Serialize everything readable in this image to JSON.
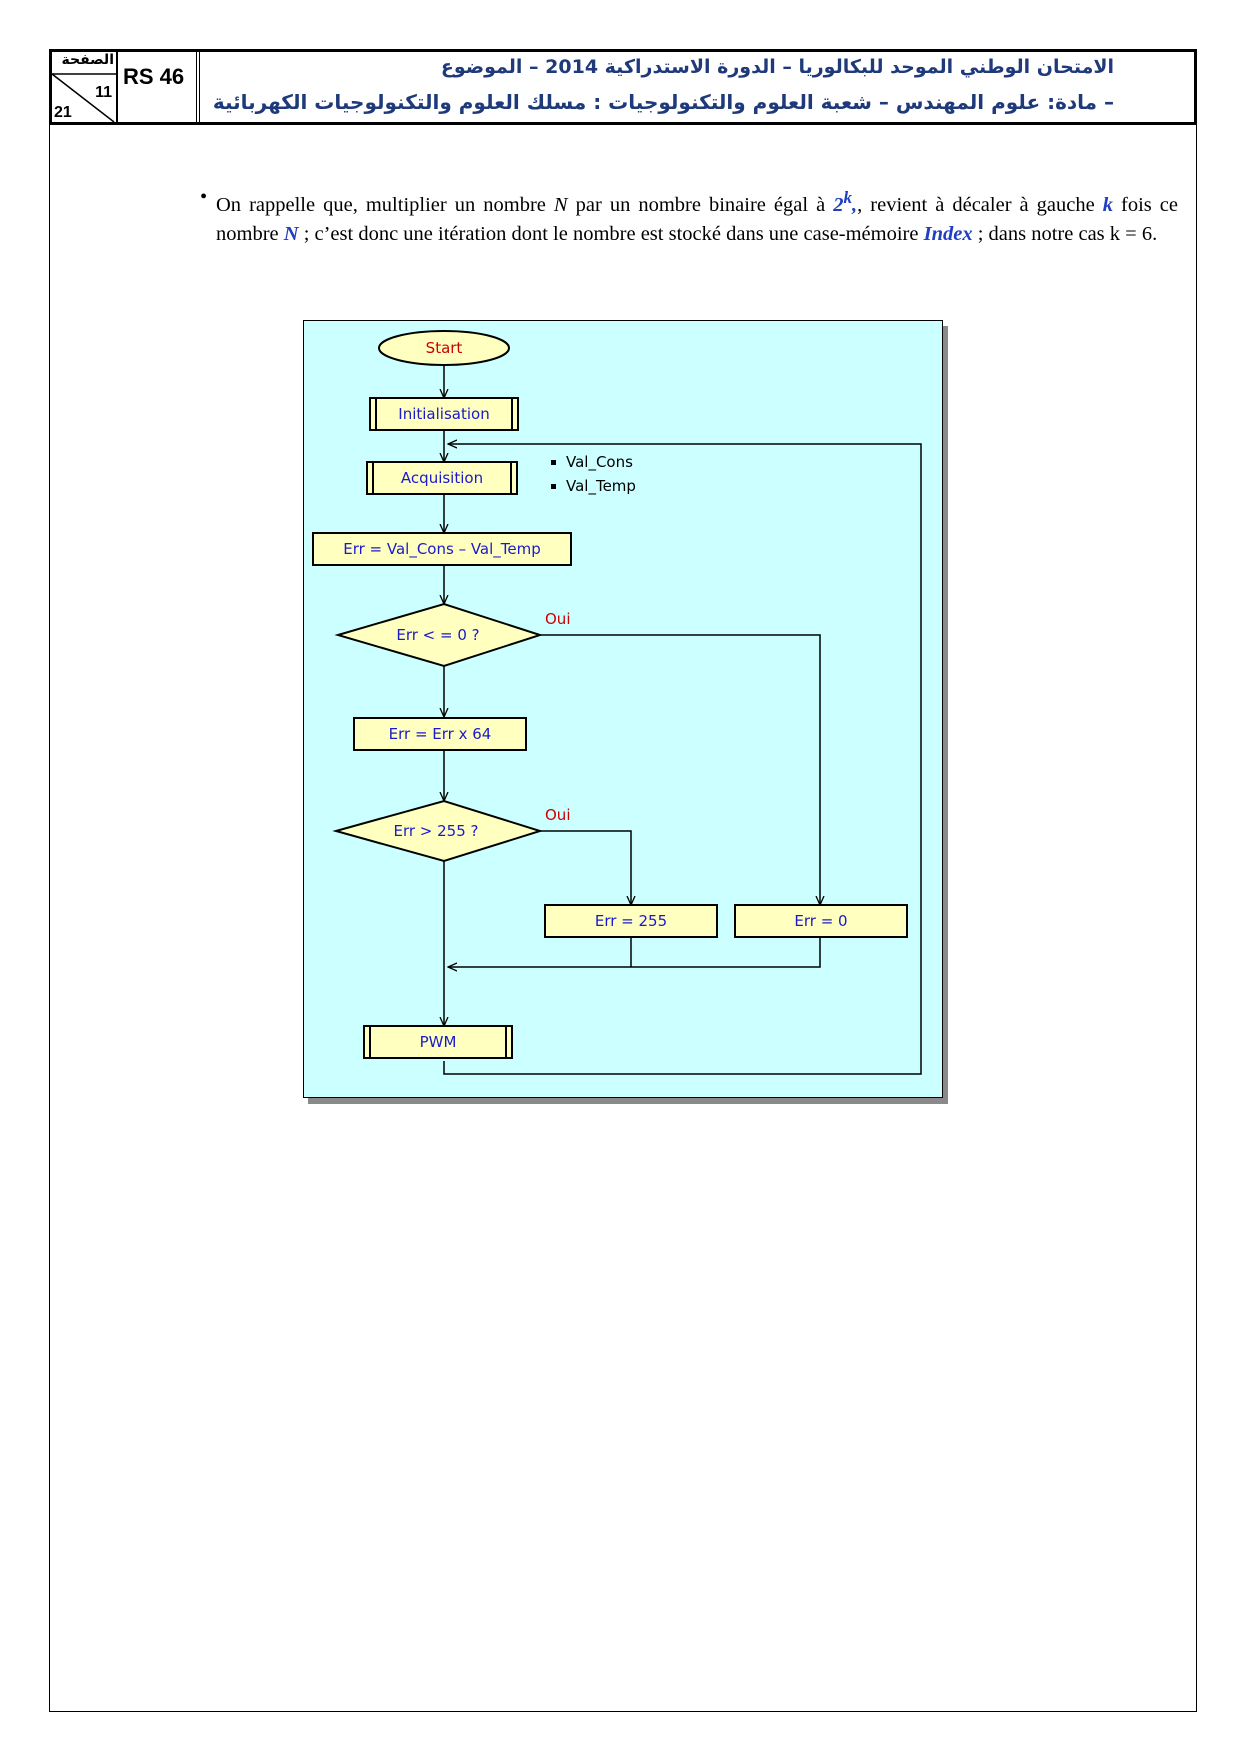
{
  "header": {
    "page_word": "الصفحة",
    "page_number": "11",
    "page_total": "21",
    "code": "RS 46",
    "title_line1": "الامتحان الوطني الموحد للبكالوريا – الدورة الاستدراكية 2014 – الموضوع",
    "title_line2": "– مادة: علوم المهندس – شعبة العلوم والتكنولوجيات : مسلك العلوم والتكنولوجيات الكهربائية"
  },
  "paragraph": {
    "t1": "On rappelle que, multiplier un nombre ",
    "N1": "N",
    "t2": " par un nombre binaire égal à ",
    "pow_base": "2",
    "pow_exp": "k",
    "t3": ", revient à décaler à gauche ",
    "k": "k",
    "t4": " fois ce nombre ",
    "N2": "N",
    "t5": " ; c’est donc une itération dont le nombre est stocké dans une case-mémoire ",
    "index": "Index",
    "t6": " ; dans notre cas k = 6."
  },
  "flowchart": {
    "start": "Start",
    "init": "Initialisation",
    "acquisition": "Acquisition",
    "legend": [
      "Val_Cons",
      "Val_Temp"
    ],
    "err_calc": "Err =  Val_Cons – Val_Temp",
    "decision1": "Err < = 0 ?",
    "decision1_yes": "Oui",
    "mult": "Err = Err x 64",
    "decision2": "Err > 255 ?",
    "decision2_yes": "Oui",
    "set255": "Err = 255",
    "set0": "Err = 0",
    "pwm": "PWM"
  },
  "colors": {
    "diagram_bg": "#ccffff",
    "box_fill": "#ffffc0",
    "text_blue": "#1a1acc",
    "text_red": "#cc0000",
    "header_blue": "#1f3a7a"
  }
}
